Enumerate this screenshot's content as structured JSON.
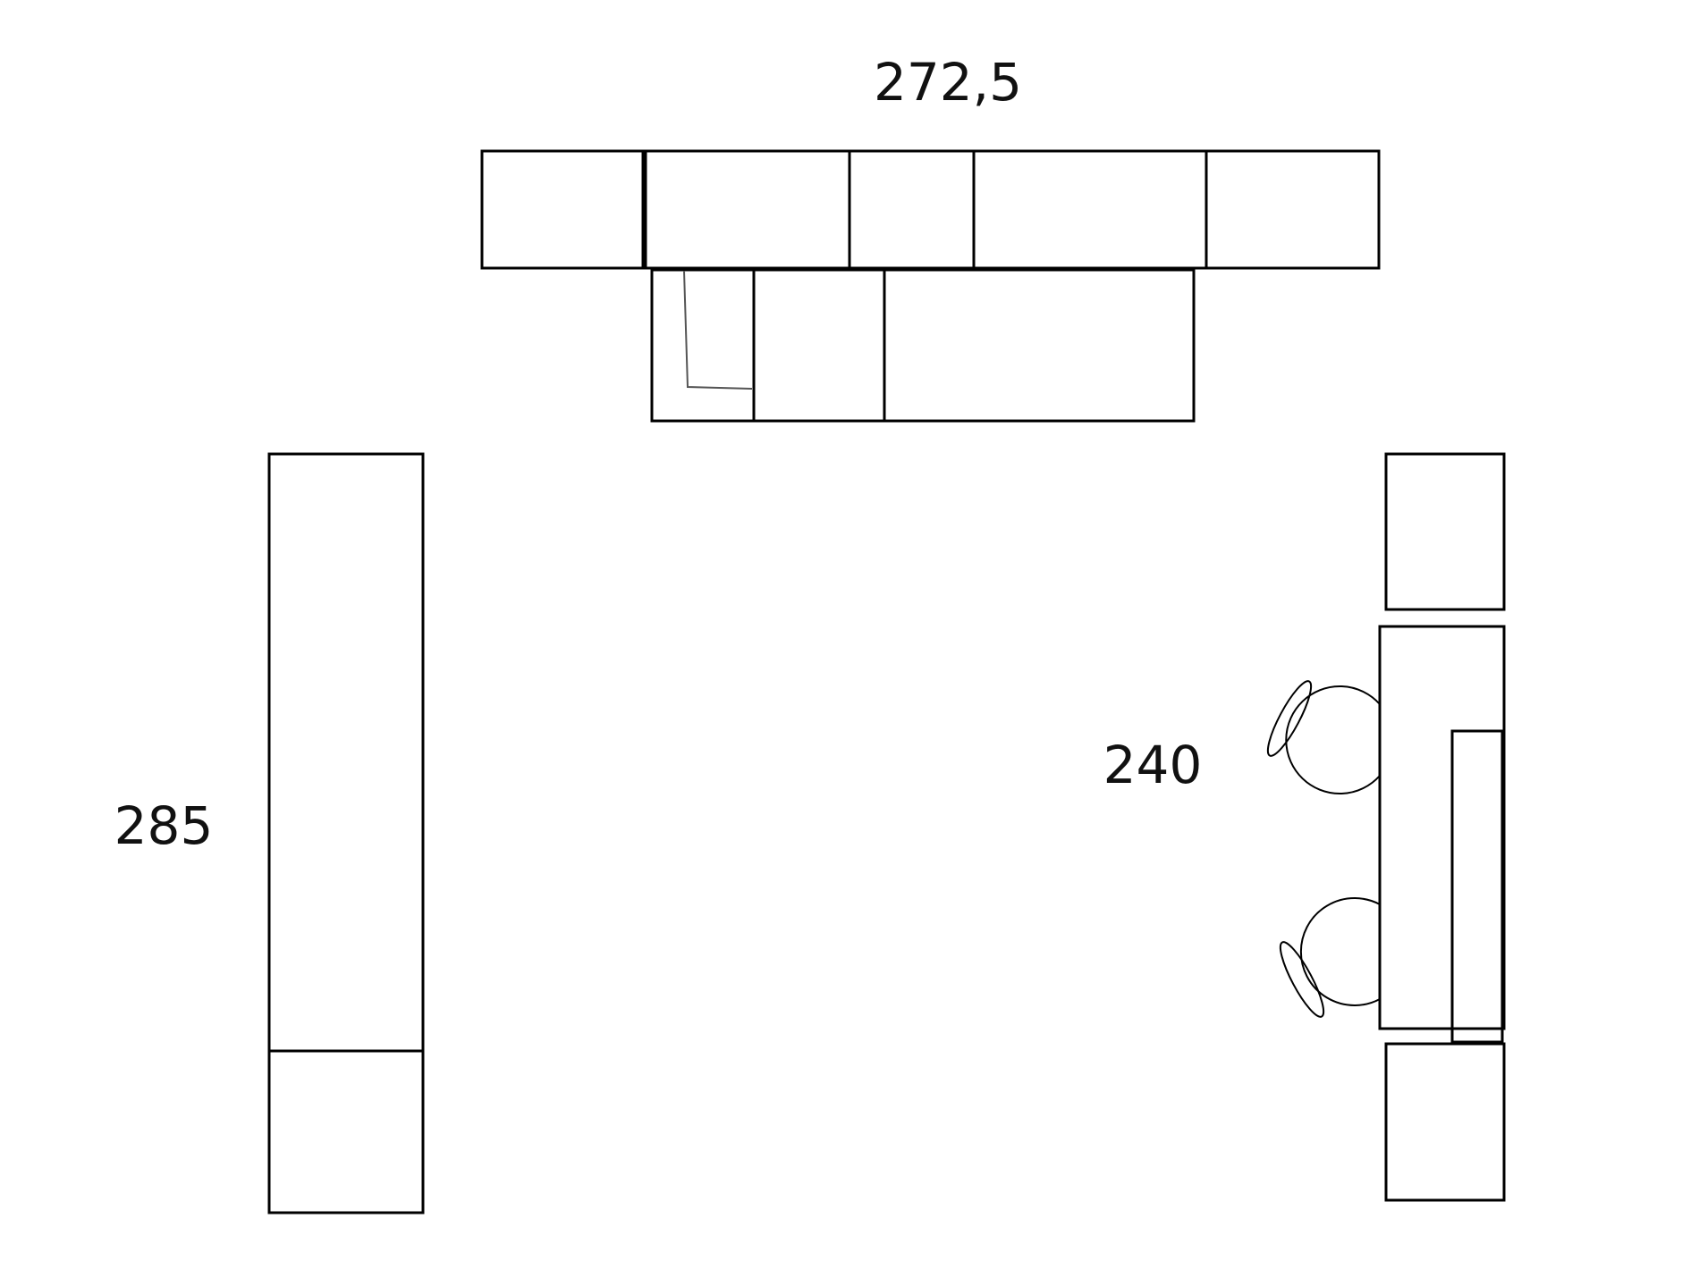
{
  "dimensions": {
    "top": "272,5",
    "left": "285",
    "right": "240"
  },
  "colors": {
    "line": "#000000",
    "background": "#ffffff"
  }
}
